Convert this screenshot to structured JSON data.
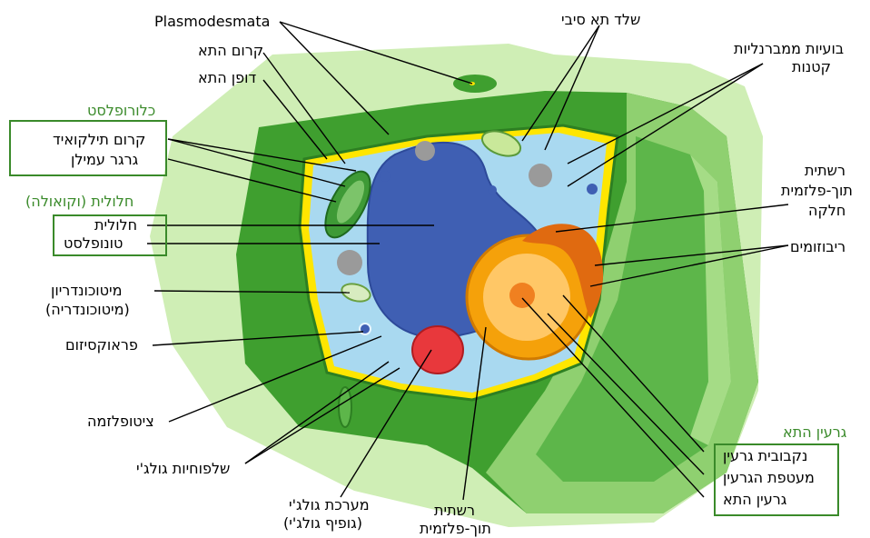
{
  "labels": {
    "plasmodesmata": "Plasmodesmata",
    "cell_membrane": "קרום התא",
    "cell_wall": "דופן התא",
    "chloroplast_group": "כלורופלסט",
    "thylakoid_membrane": "קרום תילקואיד",
    "starch_grain": "גרגר עמילן",
    "vacuole_group": "חלולית (וקואולה)",
    "vacuole": "חלולית",
    "tonoplast": "טונופלסט",
    "mitochondrion_line1": "מיטוכונדריון",
    "mitochondrion_line2": "(מיטוכונדריה)",
    "peroxisome": "פראוקסיזום",
    "cytoplasm": "ציטופלזמה",
    "golgi_vesicles": "שלפוחיות גולג'י",
    "golgi_line1": "מערכת גולג'י",
    "golgi_line2": "(גופיף גולג'י)",
    "rough_er_line1": "רשתית",
    "rough_er_line2": "תוך-פלזמית",
    "secondary_wall": "שלד תא סיבי",
    "small_vesicles_line1": "בועיות ממברנליות",
    "small_vesicles_line2": "קטנות",
    "smooth_er_line1": "רשתית",
    "smooth_er_line2": "תוך-פלזמית",
    "smooth_er_line3": "חלקה",
    "ribosomes": "ריבוזומים",
    "nucleus_group": "גרעין התא",
    "nuclear_pore": "נקבובית גרעין",
    "nuclear_envelope": "מעטפת הגרעין",
    "nucleolus": "גרעין התא"
  },
  "colors": {
    "group_box": "#3a8a2a",
    "wall_dark": "#3f9f2f",
    "wall_light": "#a5dc86",
    "membrane": "#ffe600",
    "cytoplasm": "#a9d9f0",
    "vacuole": "#3f5fb3",
    "nucleus": "#f5a10a"
  }
}
